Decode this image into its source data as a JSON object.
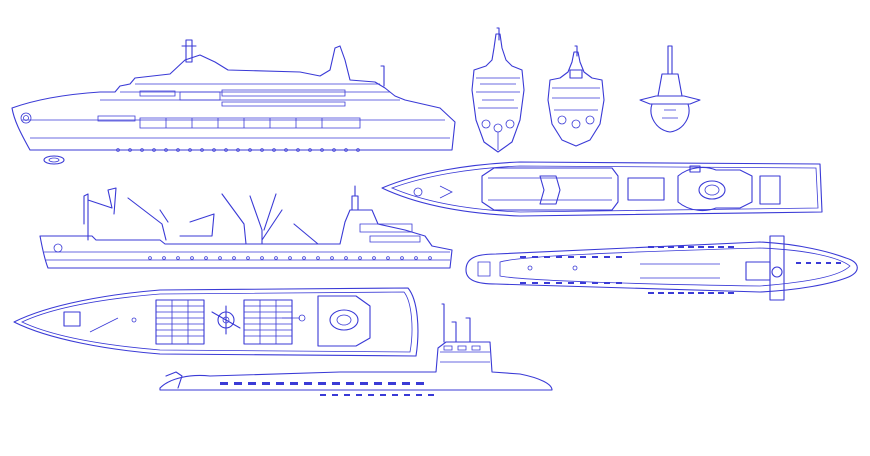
{
  "figure": {
    "kind": "cad line drawing",
    "stroke_color": "#3a3ad6",
    "background": "#ffffff",
    "views": [
      "cruise-ship-side",
      "ship-front-view-a",
      "ship-front-view-b",
      "submarine-front-view",
      "cruise-ship-plan",
      "cargo-ship-side",
      "submarine-plan",
      "cargo-ship-plan",
      "submarine-side"
    ]
  }
}
